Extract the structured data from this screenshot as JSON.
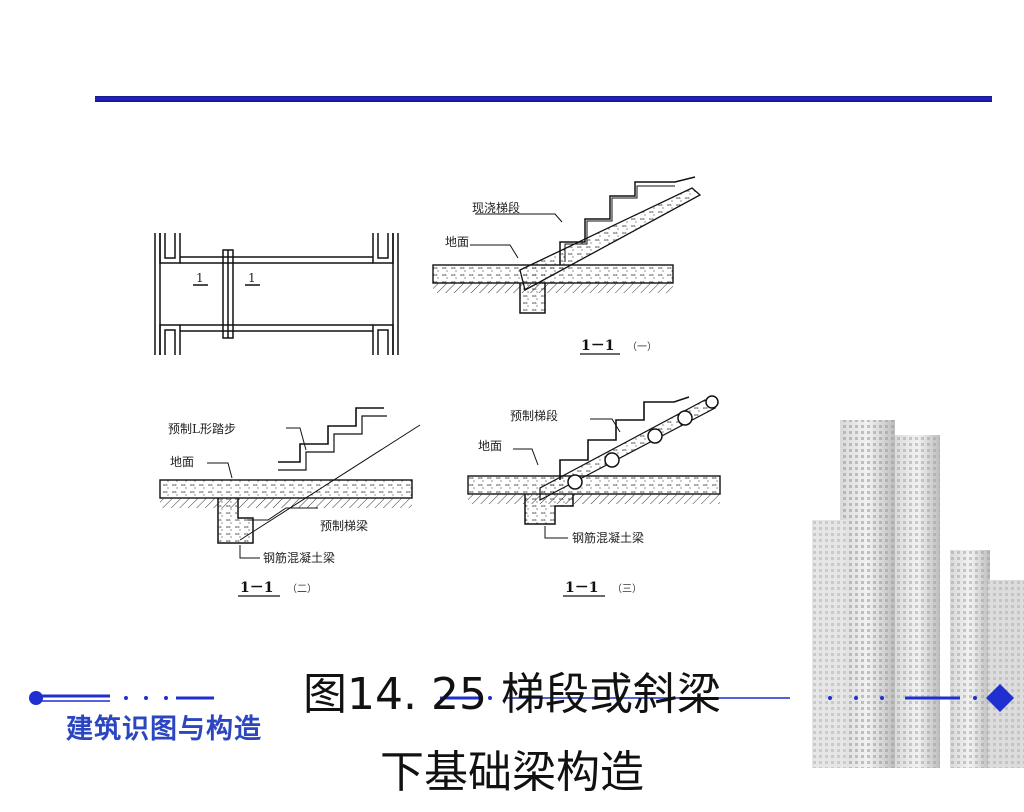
{
  "figure": {
    "plan": {
      "cut_label_left": "1",
      "cut_label_right": "1"
    },
    "diagram1": {
      "label_stair": "现浇梯段",
      "label_ground": "地面",
      "section": "1－1",
      "paren": "（一）"
    },
    "diagram2": {
      "label_step": "预制L形踏步",
      "label_ground": "地面",
      "label_beam": "预制梯梁",
      "label_rc": "钢筋混凝土梁",
      "section": "1－1",
      "paren": "（二）"
    },
    "diagram3": {
      "label_stair": "预制梯段",
      "label_ground": "地面",
      "label_rc": "钢筋混凝土梁",
      "section": "1－1",
      "paren": "（三）"
    }
  },
  "caption": {
    "line1": "图14. 25   梯段或斜梁",
    "line2": "下基础梁构造"
  },
  "brand": "建筑识图与构造",
  "colors": {
    "rule": "#2323c8",
    "brand": "#2b46c0",
    "footer_line": "#1f2fd0"
  }
}
